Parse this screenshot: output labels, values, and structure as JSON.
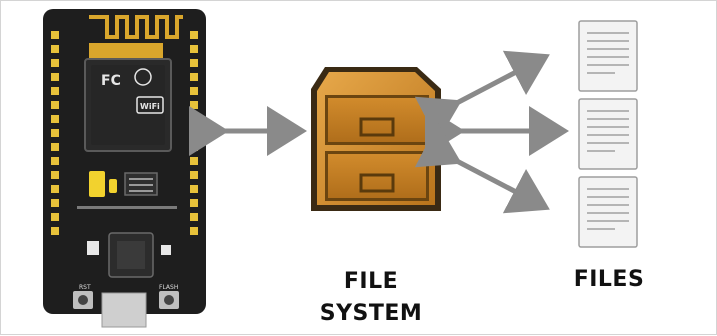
{
  "board": {
    "chip_marks": [
      "FC",
      "WiFi"
    ],
    "button_labels": [
      "RST",
      "FLASH"
    ]
  },
  "captions": {
    "file_system": [
      "FILE",
      "SYSTEM"
    ],
    "files": "FILES"
  },
  "colors": {
    "arrow": "#8a8a8a",
    "cabinet_body": "#d08a28",
    "cabinet_dark": "#8c5a14",
    "board": "#1e1e1e",
    "antenna": "#d9a62c",
    "header_pins": "#e7c23a",
    "document": "#f3f3f3"
  },
  "icons": [
    "nodemcu-board-icon",
    "file-cabinet-icon",
    "document-icon",
    "double-arrow-icon"
  ]
}
